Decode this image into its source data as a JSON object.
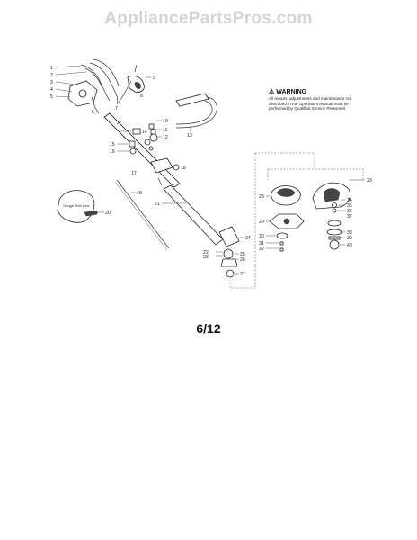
{
  "watermark": "AppliancePartsPros.com",
  "warning": {
    "title": "WARNING",
    "body": "All repairs, adjustments and maintenance not described in the Operator's Manual must be performed by Qualified Service Personnel."
  },
  "page_number": "6/12",
  "gauge_label": "Gauge Trim Line",
  "callouts": {
    "c1": "1",
    "c2": "2",
    "c3": "3",
    "c4": "4",
    "c5": "5",
    "c6": "6",
    "c7": "7",
    "c8": "8",
    "c9": "9",
    "c10": "10",
    "c11": "11",
    "c12": "12",
    "c13": "13",
    "c14": "14",
    "c15": "15",
    "c16": "16",
    "c17": "17",
    "c18": "18",
    "c19": "19",
    "c20": "20",
    "c21": "21",
    "c22": "22",
    "c23": "23",
    "c24": "24",
    "c25": "25",
    "c26": "26",
    "c27": "27",
    "c28": "28",
    "c29": "29",
    "c30": "30",
    "c31": "31",
    "c32": "32",
    "c33": "33",
    "c34": "34",
    "c35": "35",
    "c36": "36",
    "c37": "37",
    "c38": "38",
    "c39": "39",
    "c40": "40"
  },
  "colors": {
    "line": "#333333",
    "watermark": "#d4d4d4"
  }
}
